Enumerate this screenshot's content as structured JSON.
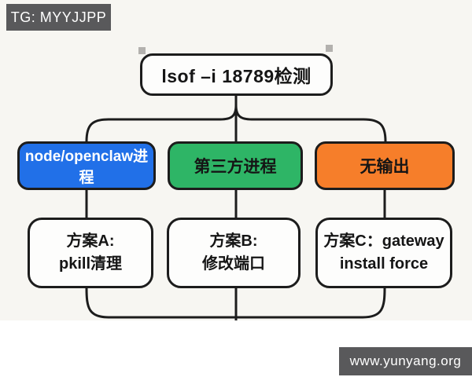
{
  "badges": {
    "top_left": "TG: MYYJJPP",
    "bottom_right": "www.yunyang.org"
  },
  "flowchart": {
    "root": {
      "label": "lsof –i 18789检测"
    },
    "branches": [
      {
        "label": "node/openclaw进程",
        "color": "#2170e8",
        "text_color": "#ffffff",
        "solution_line1": "方案A:",
        "solution_line2": "pkill清理"
      },
      {
        "label": "第三方进程",
        "color": "#2eb566",
        "text_color": "#151515",
        "solution_line1": "方案B:",
        "solution_line2": "修改端口"
      },
      {
        "label": "无输出",
        "color": "#f67e2a",
        "text_color": "#151515",
        "solution_line1": "方案C：gateway",
        "solution_line2": "install force"
      }
    ]
  },
  "colors": {
    "background": "#f7f6f2",
    "badge_background": "#59595b",
    "line": "#1c1c1c",
    "node_background": "#fdfdfc"
  }
}
